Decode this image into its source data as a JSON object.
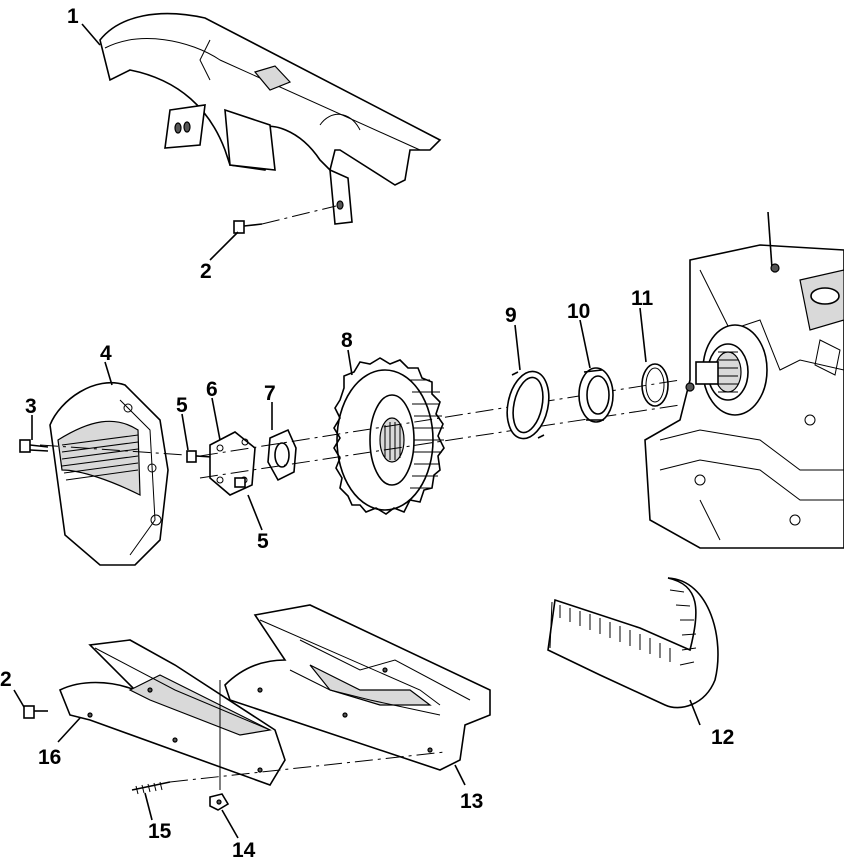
{
  "labels": {
    "p1": "1",
    "p2_top": "2",
    "p2_bottom": "2",
    "p3": "3",
    "p4": "4",
    "p5_top": "5",
    "p5_bottom": "5",
    "p6": "6",
    "p7": "7",
    "p8": "8",
    "p9": "9",
    "p10": "10",
    "p11": "11",
    "p12": "12",
    "p13": "13",
    "p14": "14",
    "p15": "15",
    "p16": "16"
  }
}
